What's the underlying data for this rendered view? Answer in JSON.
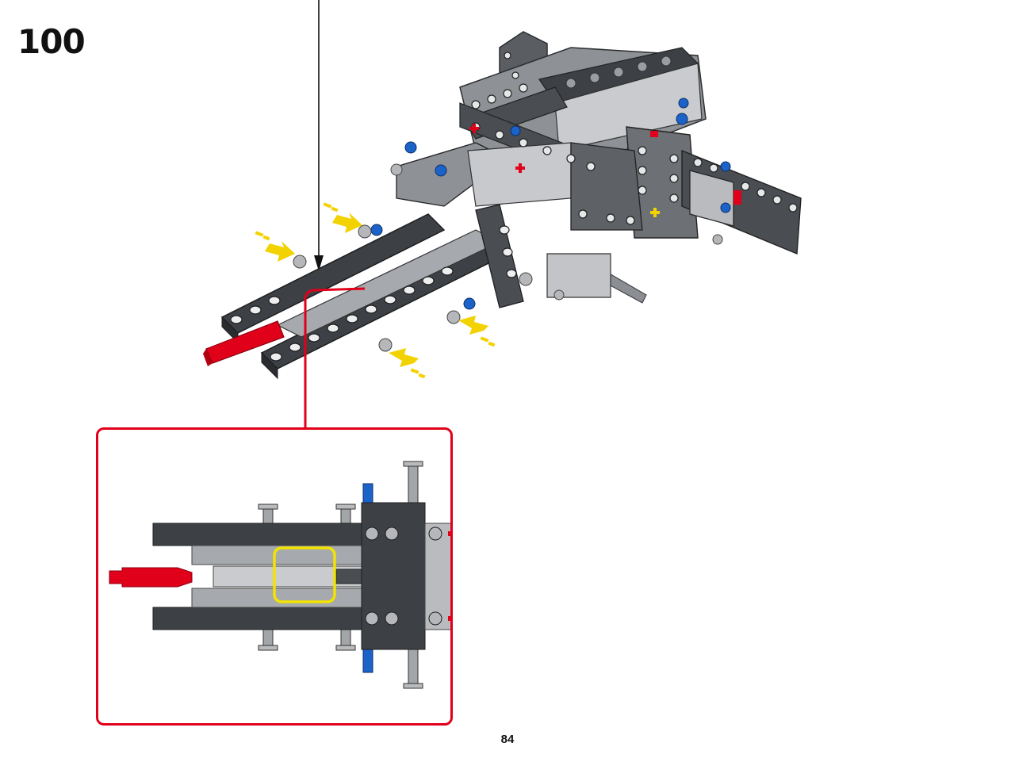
{
  "step": {
    "number": "100"
  },
  "page": {
    "number": "84"
  },
  "colors": {
    "callout_border": "#e1001a",
    "highlight": "#f2e300",
    "arrow": "#f2d200",
    "beam_dark": "#4a4d52",
    "beam_light": "#a6a9ad",
    "pin_blue": "#1b62c9",
    "axle_red": "#e1001a"
  },
  "icons": {
    "assembly": "lego-technic-frame-assembly",
    "callout": "top-view-detail",
    "highlight": "connector-highlight-box"
  }
}
